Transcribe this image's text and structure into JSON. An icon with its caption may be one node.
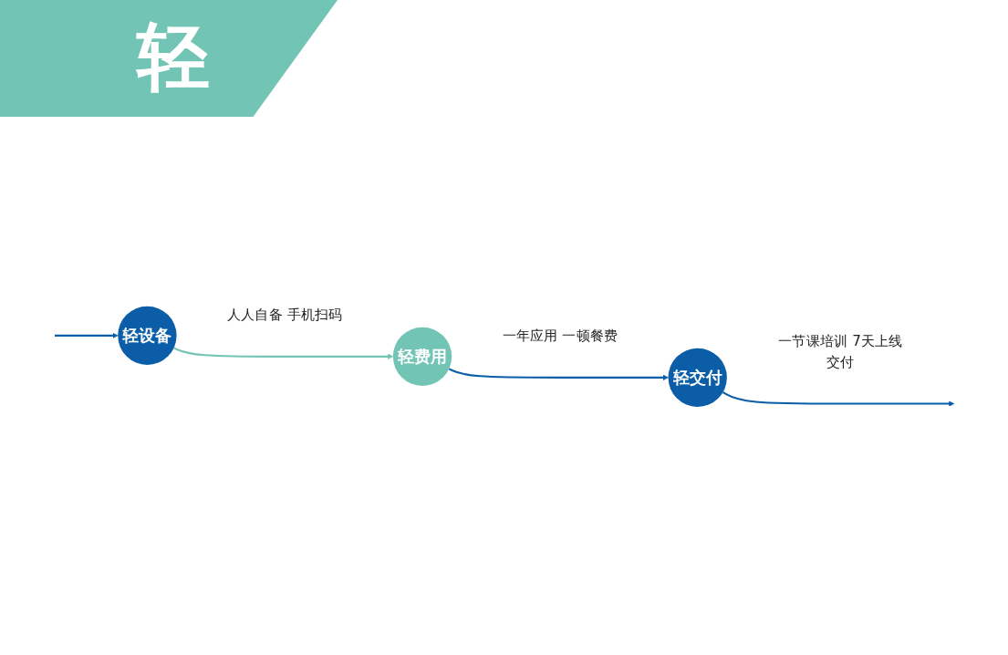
{
  "diagram": {
    "title": "轻",
    "nodes": [
      {
        "text": [
          "轻设备"
        ],
        "beside": [
          "人人自备 手机扫码"
        ]
      },
      {
        "text": [
          "轻费用"
        ],
        "beside": [
          "一年应用 一顿餐费"
        ]
      },
      {
        "text": [
          "轻交付"
        ],
        "beside": [
          "一节课培训 7天上线交付"
        ]
      }
    ],
    "edges": [
      {
        "from": null,
        "to": 0,
        "arrow": "to"
      },
      {
        "from": 0,
        "to": 1,
        "arrow": "to",
        "color": "#72c4b4"
      },
      {
        "from": 1,
        "to": 2,
        "arrow": "to"
      },
      {
        "from": 2,
        "to": null,
        "arrow": "to"
      }
    ]
  }
}
